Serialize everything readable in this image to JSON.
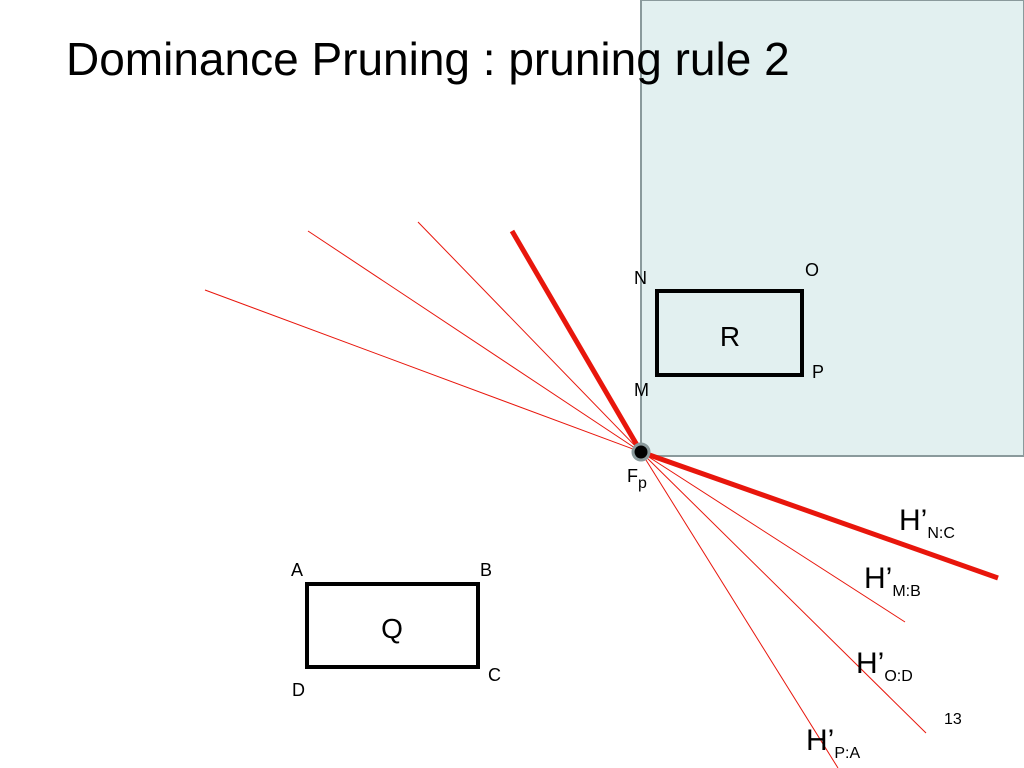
{
  "slide": {
    "title": "Dominance Pruning : pruning rule 2",
    "page_number": "13"
  },
  "colors": {
    "region_fill": "#e2f0f0",
    "region_stroke": "#8a9a9c",
    "line": "#e8160c",
    "point": "#000000",
    "point_ring": "#8a9a9c"
  },
  "rect_r": {
    "label": "R",
    "corners": {
      "top_left": "N",
      "top_right": "O",
      "bottom_right": "P",
      "bottom_left": "M"
    }
  },
  "rect_q": {
    "label": "Q",
    "corners": {
      "top_left": "A",
      "top_right": "B",
      "bottom_right": "C",
      "bottom_left": "D"
    }
  },
  "focal_point": {
    "main": "F",
    "sub": "p"
  },
  "hyperplanes": [
    {
      "main": "H’",
      "sub": "N:C",
      "emphasis": "thick"
    },
    {
      "main": "H’",
      "sub": "M:B",
      "emphasis": "thin"
    },
    {
      "main": "H’",
      "sub": "O:D",
      "emphasis": "thin"
    },
    {
      "main": "H’",
      "sub": "P:A",
      "emphasis": "thin"
    }
  ]
}
